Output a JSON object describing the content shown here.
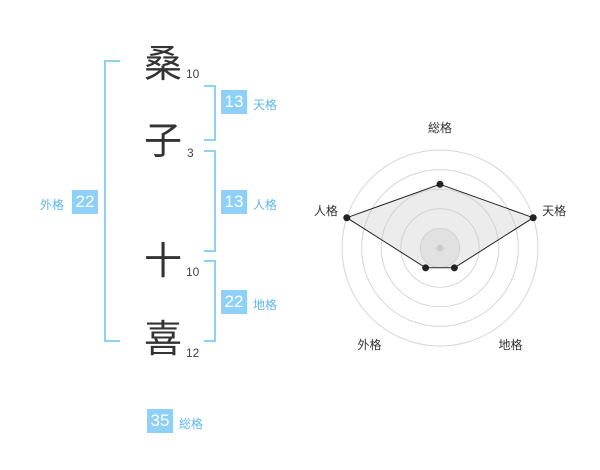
{
  "name": {
    "characters": [
      {
        "char": "桑",
        "strokes": "10"
      },
      {
        "char": "子",
        "strokes": "3"
      },
      {
        "char": "十",
        "strokes": "10"
      },
      {
        "char": "喜",
        "strokes": "12"
      }
    ]
  },
  "fortune": {
    "tenkaku": {
      "value": "13",
      "label": "天格"
    },
    "jinkaku": {
      "value": "13",
      "label": "人格"
    },
    "chikaku": {
      "value": "22",
      "label": "地格"
    },
    "gaikaku": {
      "value": "22",
      "label": "外格"
    },
    "soukaku": {
      "value": "35",
      "label": "総格"
    }
  },
  "colors": {
    "accent": "#8ed0f7",
    "accent_text": "#5bb8ee",
    "text": "#333333"
  },
  "chart_data": {
    "type": "radar",
    "axes": [
      "総格",
      "天格",
      "地格",
      "外格",
      "人格"
    ],
    "values": [
      0.65,
      1.0,
      0.25,
      0.25,
      1.0
    ],
    "rings": 5
  }
}
